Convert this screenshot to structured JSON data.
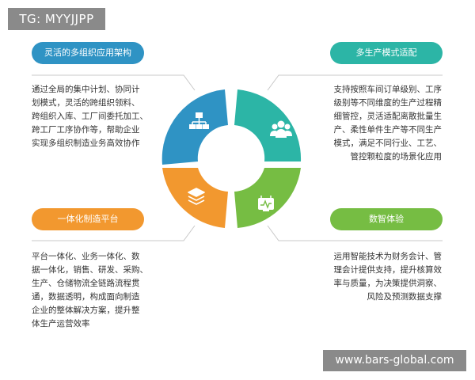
{
  "watermark_top": "TG: MYYJJPP",
  "watermark_bottom": "www.bars-global.com",
  "sections": {
    "top_left": {
      "title": "灵活的多组织应用架构",
      "color": "#2f93c4",
      "icon": "org-chart-icon",
      "lines": [
        "通过全局的集中计划、协同计",
        "划模式，灵活的跨组织领料、",
        "跨组织入库、工厂间委托加工、",
        "跨工厂工序协作等，帮助企业",
        "实现多组织制造业务高效协作"
      ]
    },
    "top_right": {
      "title": "多生产模式适配",
      "color": "#2cb5a6",
      "icon": "users-icon",
      "lines": [
        "支持按照车间订单级别、工序",
        "级别等不同维度的生产过程精",
        "细管控，灵活适配离散批量生",
        "产、柔性单件生产等不同生产",
        "模式，满足不同行业、工艺、",
        "管控颗粒度的场景化应用"
      ]
    },
    "bottom_left": {
      "title": "一体化制造平台",
      "color": "#f2982f",
      "icon": "layers-icon",
      "lines": [
        "平台一体化、业务一体化、数",
        "据一体化，销售、研发、采购、",
        "生产、仓储物流全链路流程贯",
        "通，数据透明，构成面向制造",
        "企业的整体解决方案，提升整",
        "体生产运营效率"
      ]
    },
    "bottom_right": {
      "title": "数智体验",
      "color": "#76bd43",
      "icon": "monitor-chart-icon",
      "lines": [
        "运用智能技术为财务会计、管",
        "理会计提供支持，提升核算效",
        "率与质量，为决策提供洞察、",
        "风险及预测数据支撑"
      ]
    }
  }
}
